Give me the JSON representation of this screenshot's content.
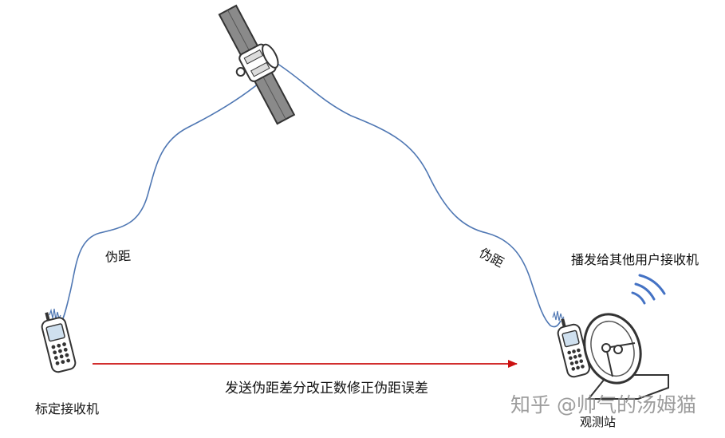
{
  "labels": {
    "pseudorange_left": "伪距",
    "pseudorange_right": "伪距",
    "broadcast": "播发给其他用户接收机",
    "reference_receiver": "标定接收机",
    "correction_arrow": "发送伪距差分改正数修正伪距误差",
    "observation_station": "观测站",
    "watermark": "知乎 @帅气的汤姆猫"
  },
  "nodes": [
    {
      "id": "satellite",
      "icon": "satellite-icon"
    },
    {
      "id": "reference-receiver",
      "icon": "mobile-phone-icon",
      "label": "标定接收机"
    },
    {
      "id": "observation-station",
      "icon": "mobile-phone-icon",
      "label": "观测站"
    },
    {
      "id": "dish",
      "icon": "satellite-dish-icon"
    }
  ],
  "edges": [
    {
      "from": "satellite",
      "to": "reference-receiver",
      "label": "伪距"
    },
    {
      "from": "satellite",
      "to": "observation-station",
      "label": "伪距"
    },
    {
      "from": "reference-receiver",
      "to": "observation-station",
      "label": "发送伪距差分改正数修正伪距误差"
    }
  ],
  "colors": {
    "signal_line": "#4f77b3",
    "correction_arrow": "#cc1111",
    "broadcast_waves": "#4472c4",
    "icon_outline": "#333333"
  }
}
